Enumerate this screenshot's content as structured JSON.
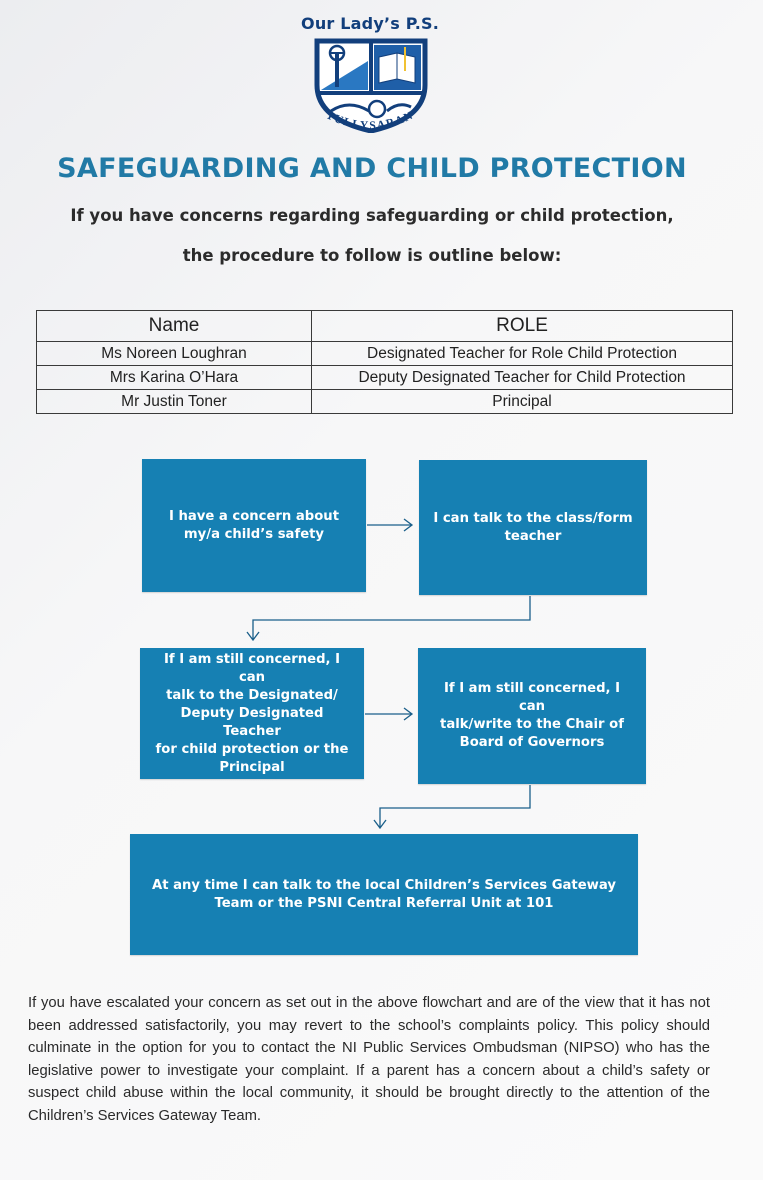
{
  "header": {
    "school_name": "Our Lady’s P.S.",
    "crest_motto": "TULLYSARAN",
    "title": "SAFEGUARDING AND CHILD PROTECTION",
    "intro_line1": "If you have concerns regarding safeguarding or child protection,",
    "intro_line2": "the procedure to follow is outline below:"
  },
  "table": {
    "headers": [
      "Name",
      "ROLE"
    ],
    "rows": [
      [
        "Ms Noreen Loughran",
        "Designated Teacher for Role Child Protection"
      ],
      [
        "Mrs Karina O’Hara",
        "Deputy Designated Teacher for Child Protection"
      ],
      [
        "Mr Justin Toner",
        "Principal"
      ]
    ]
  },
  "flow": {
    "step1": [
      "I have a concern about",
      "my/a child’s safety"
    ],
    "step2": [
      "I can talk to the class/form",
      "teacher"
    ],
    "step3": [
      "If I am still concerned, I can",
      "talk to the Designated/",
      "Deputy Designated Teacher",
      "for child protection or the",
      "Principal"
    ],
    "step4": [
      "If I am still concerned, I can",
      "talk/write to the Chair of",
      "Board of Governors"
    ],
    "step5": [
      "At any time I can talk to the local Children’s Services Gateway",
      "Team or the PSNI Central Referral Unit at 101"
    ]
  },
  "footer": {
    "paragraph": "If you have escalated your concern as set out in the above flowchart and are of the view that it has not been addressed satisfactorily, you may revert to the school’s complaints policy. This policy should culminate in the option for you to contact the NI Public Services Ombudsman (NIPSO) who has the legislative power to investigate your complaint. If a parent has a concern about a child’s safety or suspect child abuse within the local community, it should be brought directly to the attention of the Children’s Services Gateway Team."
  },
  "colors": {
    "accent": "#1680b3",
    "title": "#217aa6",
    "crest_navy": "#123f7c"
  },
  "icons": [
    "school-crest-icon",
    "arrow-right-icon",
    "arrow-down-icon"
  ]
}
